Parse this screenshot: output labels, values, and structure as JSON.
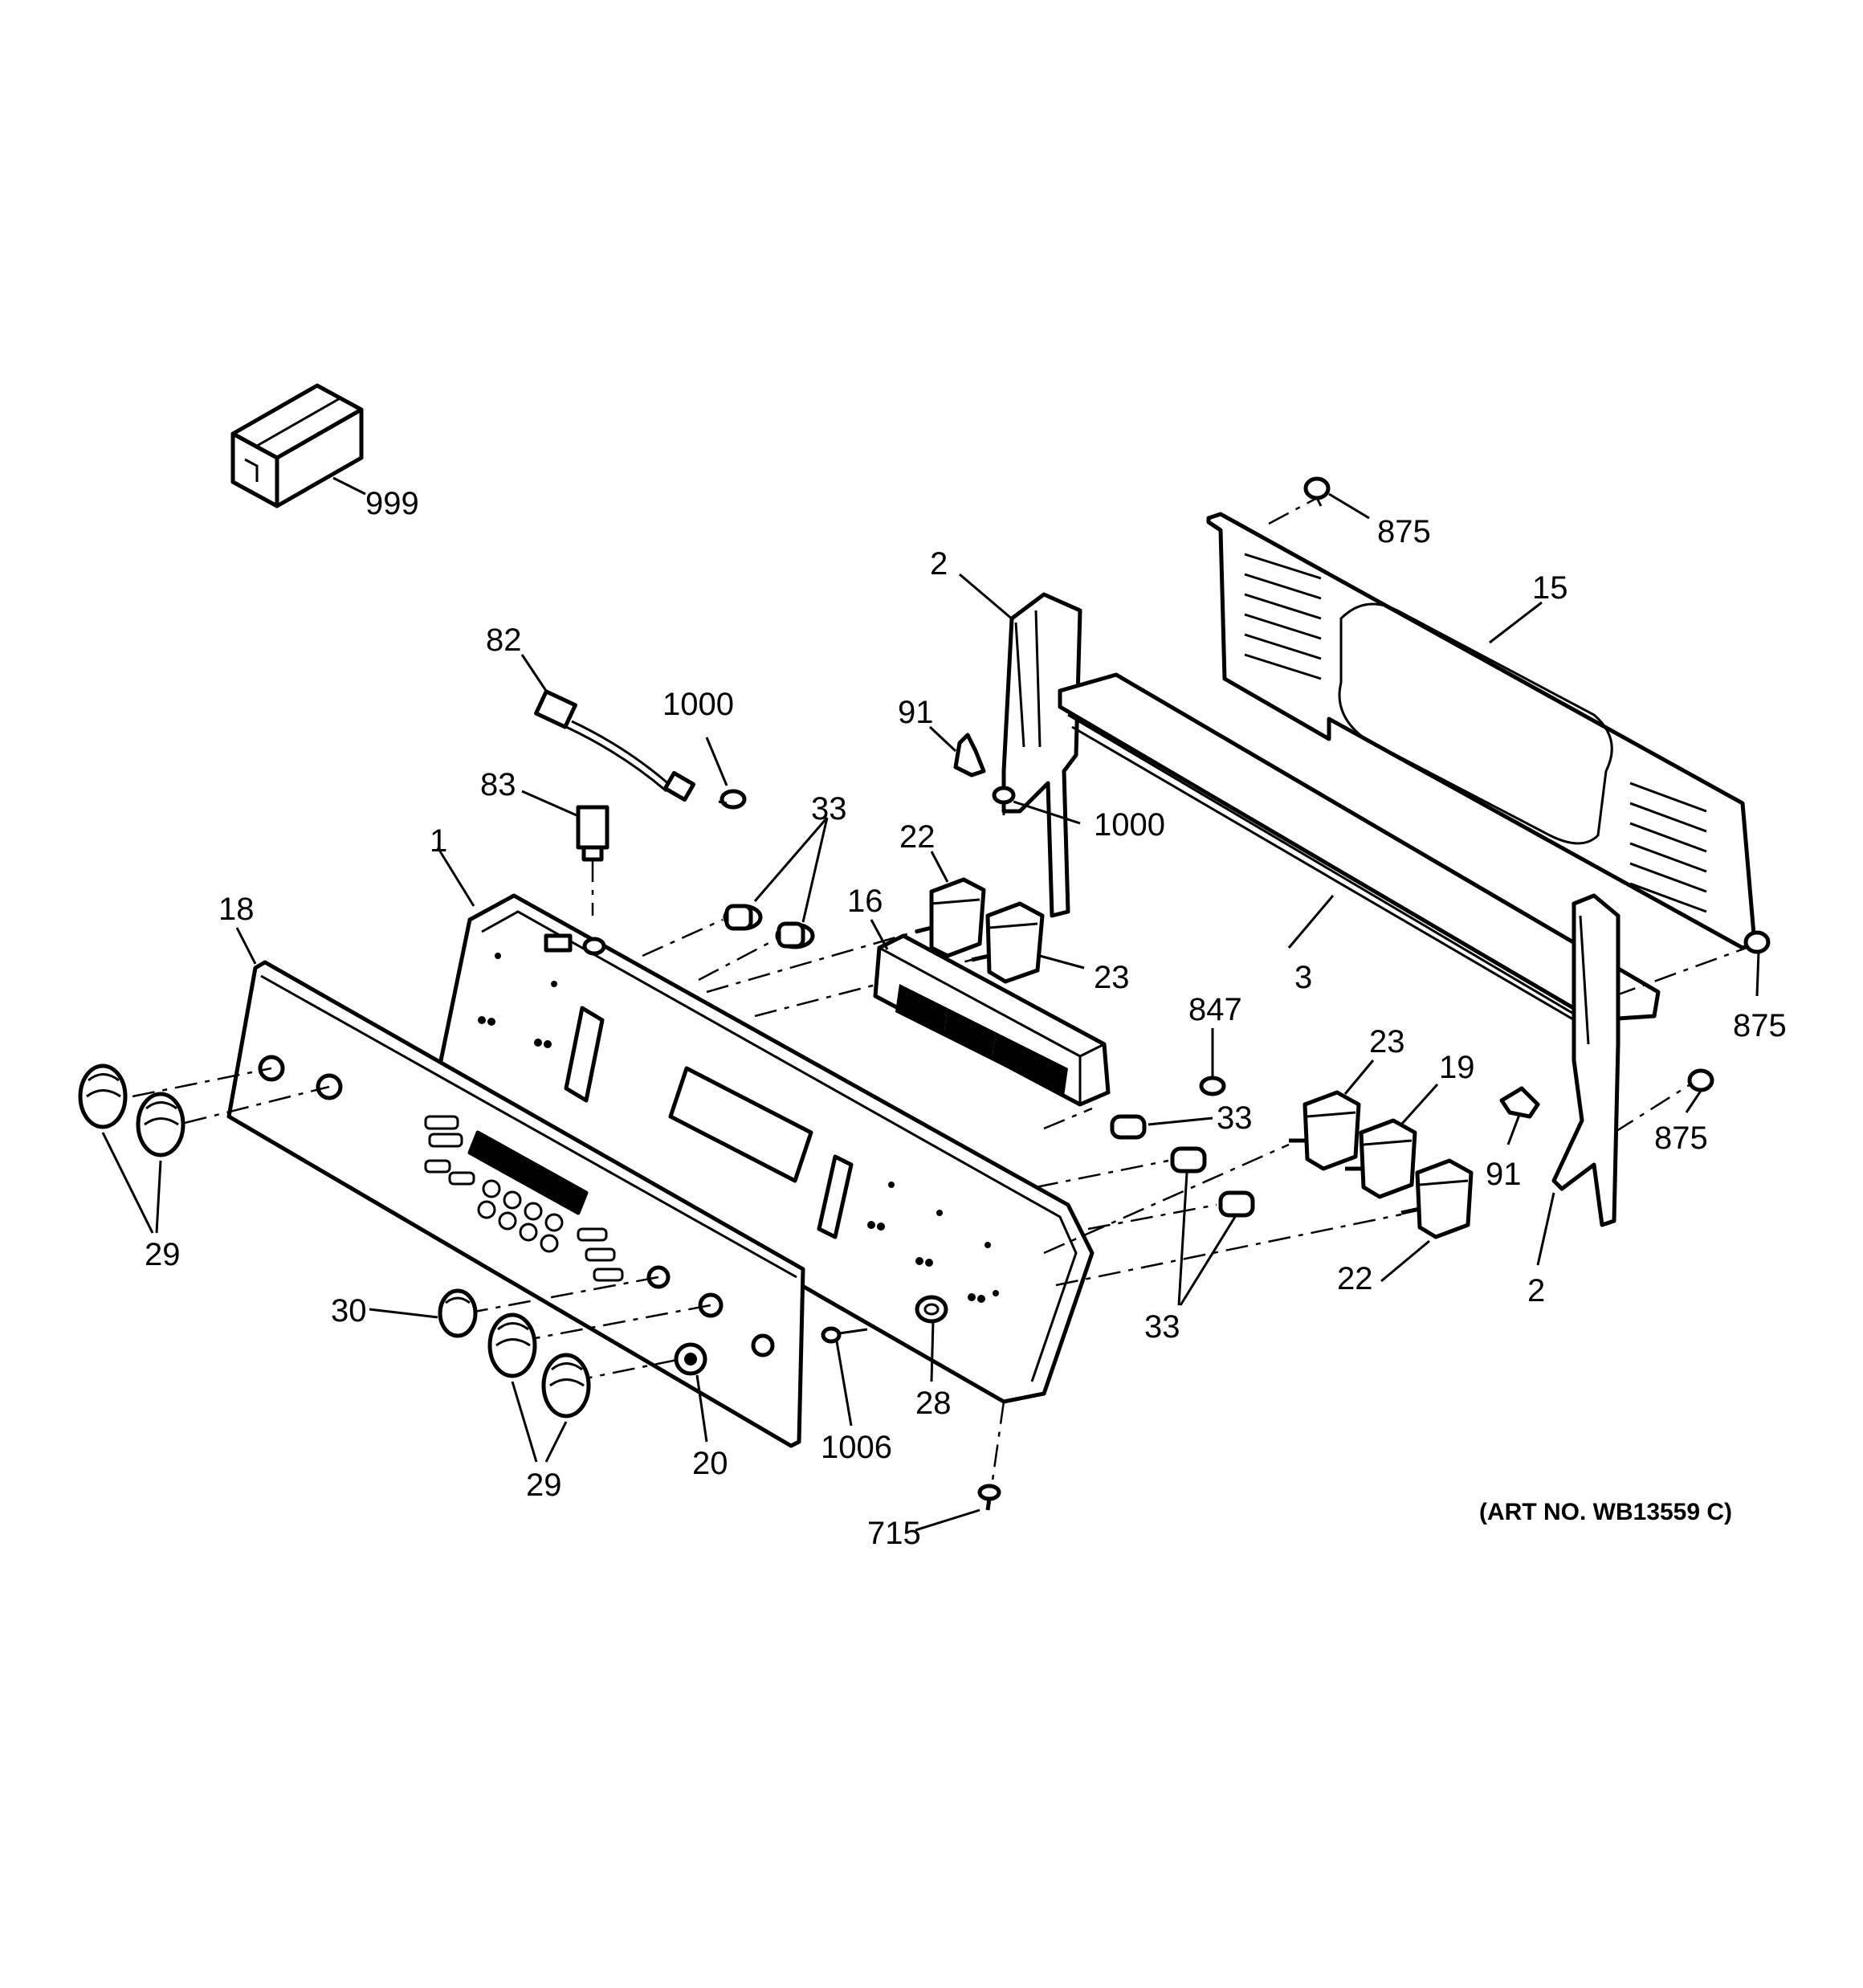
{
  "art_number": "(ART NO. WB13559 C)",
  "callouts": [
    {
      "id": "c999",
      "text": "999"
    },
    {
      "id": "c82",
      "text": "82"
    },
    {
      "id": "c1000a",
      "text": "1000"
    },
    {
      "id": "c83",
      "text": "83"
    },
    {
      "id": "c33a",
      "text": "33"
    },
    {
      "id": "c1",
      "text": "1"
    },
    {
      "id": "c18",
      "text": "18"
    },
    {
      "id": "c22a",
      "text": "22"
    },
    {
      "id": "c16",
      "text": "16"
    },
    {
      "id": "c23a",
      "text": "23"
    },
    {
      "id": "c2a",
      "text": "2"
    },
    {
      "id": "c91a",
      "text": "91"
    },
    {
      "id": "c1000b",
      "text": "1000"
    },
    {
      "id": "c875a",
      "text": "875"
    },
    {
      "id": "c15",
      "text": "15"
    },
    {
      "id": "c3",
      "text": "3"
    },
    {
      "id": "c847",
      "text": "847"
    },
    {
      "id": "c33b",
      "text": "33"
    },
    {
      "id": "c23b",
      "text": "23"
    },
    {
      "id": "c19",
      "text": "19"
    },
    {
      "id": "c875b",
      "text": "875"
    },
    {
      "id": "c875c",
      "text": "875"
    },
    {
      "id": "c91b",
      "text": "91"
    },
    {
      "id": "c2b",
      "text": "2"
    },
    {
      "id": "c22b",
      "text": "22"
    },
    {
      "id": "c33c",
      "text": "33"
    },
    {
      "id": "c29a",
      "text": "29"
    },
    {
      "id": "c30",
      "text": "30"
    },
    {
      "id": "c29b",
      "text": "29"
    },
    {
      "id": "c20",
      "text": "20"
    },
    {
      "id": "c1006",
      "text": "1006"
    },
    {
      "id": "c28",
      "text": "28"
    },
    {
      "id": "c715",
      "text": "715"
    }
  ]
}
